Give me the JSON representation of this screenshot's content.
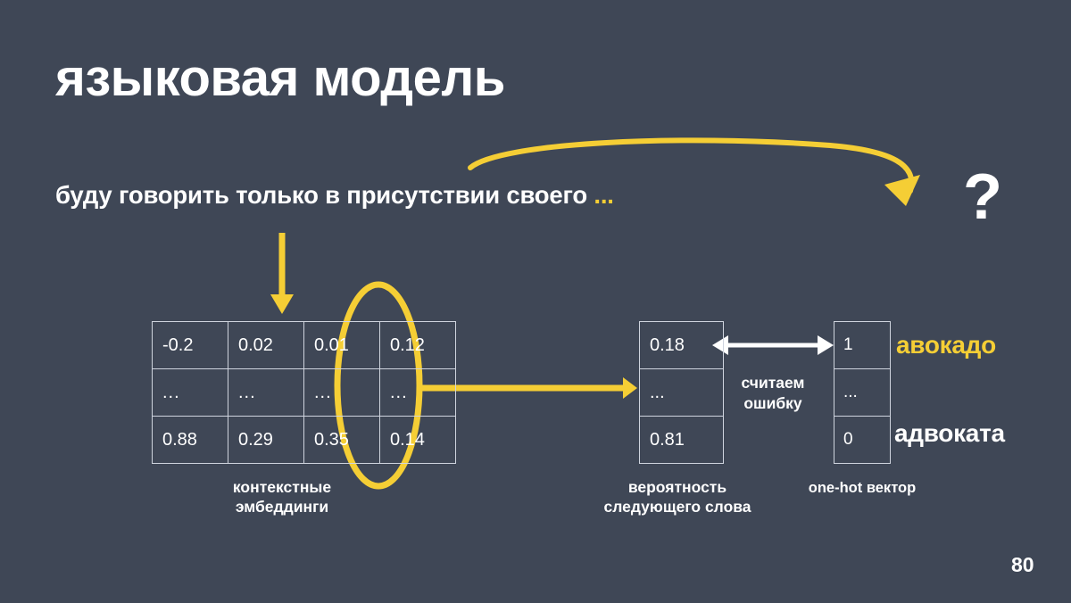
{
  "slide": {
    "title": "языковая модель",
    "page_number": "80",
    "background_color": "#3f4756",
    "accent_color": "#f5ce35",
    "text_color": "#ffffff"
  },
  "sentence": {
    "text": "буду говорить только в присутствии своего ",
    "ellipsis": "...",
    "question_mark": "?"
  },
  "embeddings": {
    "caption_line1": "контекстные",
    "caption_line2": "эмбеддинги",
    "rows": [
      [
        "-0.2",
        "0.02",
        "0.01",
        "0.12"
      ],
      [
        "...",
        "...",
        "...",
        "..."
      ],
      [
        "0.88",
        "0.29",
        "0.35",
        "0.14"
      ]
    ]
  },
  "probability": {
    "caption_line1": "вероятность",
    "caption_line2": "следующего слова",
    "values": [
      "0.18",
      "...",
      "0.81"
    ]
  },
  "onehot": {
    "caption": "one-hot вектор",
    "values": [
      "1",
      "...",
      "0"
    ]
  },
  "loss": {
    "label_line1": "считаем",
    "label_line2": "ошибку"
  },
  "labels": {
    "predicted_word": "авокадо",
    "target_word": "адвоката"
  }
}
